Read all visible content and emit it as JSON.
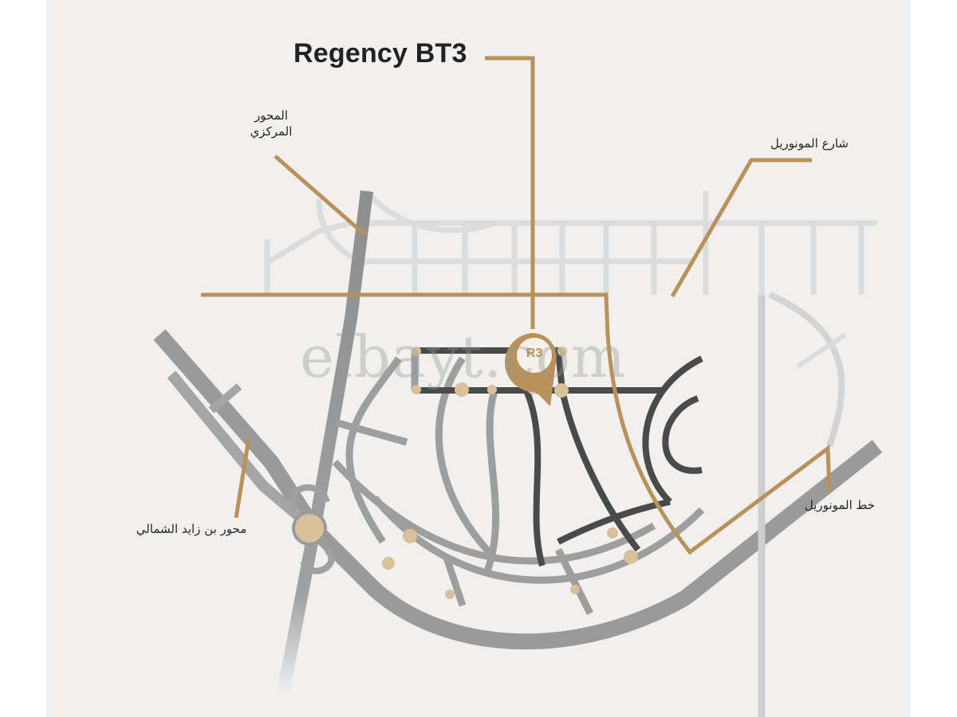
{
  "map": {
    "title": "Regency BT3",
    "pin_label": "R3",
    "watermark": "elbayt.com",
    "labels": {
      "central_axis": "المحور\nالمركزي",
      "central_axis_line1": "المحور",
      "central_axis_line2": "المركزي",
      "monorail_street": "شارع المونوريل",
      "monorail_line": "خط المونوريل",
      "bin_zayed_north": "محور بن زايد الشمالي"
    },
    "colors": {
      "accent_gold": "#b8925a",
      "node_gold": "#d8c19a",
      "road_gray": "#9a9a9a",
      "road_dark": "#3c3c3c",
      "background": "#f1f0ee"
    }
  }
}
